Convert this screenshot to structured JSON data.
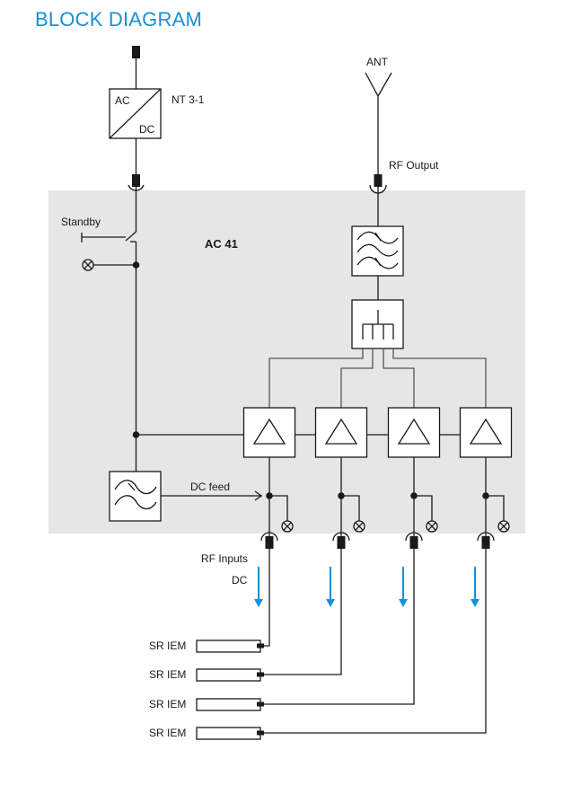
{
  "title": "BLOCK DIAGRAM",
  "labels": {
    "power_supply_name": "NT 3-1",
    "ac": "AC",
    "dc": "DC",
    "antenna": "ANT",
    "rf_output": "RF Output",
    "standby": "Standby",
    "device_name": "AC 41",
    "dc_feed": "DC feed",
    "rf_inputs": "RF Inputs",
    "dc_direction": "DC"
  },
  "amplifiers": [
    {
      "id": 1,
      "symbol": "triangle"
    },
    {
      "id": 2,
      "symbol": "triangle"
    },
    {
      "id": 3,
      "symbol": "triangle"
    },
    {
      "id": 4,
      "symbol": "triangle"
    }
  ],
  "receivers": [
    {
      "label": "SR IEM"
    },
    {
      "label": "SR IEM"
    },
    {
      "label": "SR IEM"
    },
    {
      "label": "SR IEM"
    }
  ],
  "blocks": {
    "power_supply": "ac-dc-converter",
    "output_filter": "bandpass-filter",
    "splitter": "4-way-splitter",
    "dc_filter": "lowpass-filter"
  },
  "colors": {
    "accent": "#1a8fd6",
    "panel": "#e6e6e6",
    "line": "#1a1a1a"
  }
}
